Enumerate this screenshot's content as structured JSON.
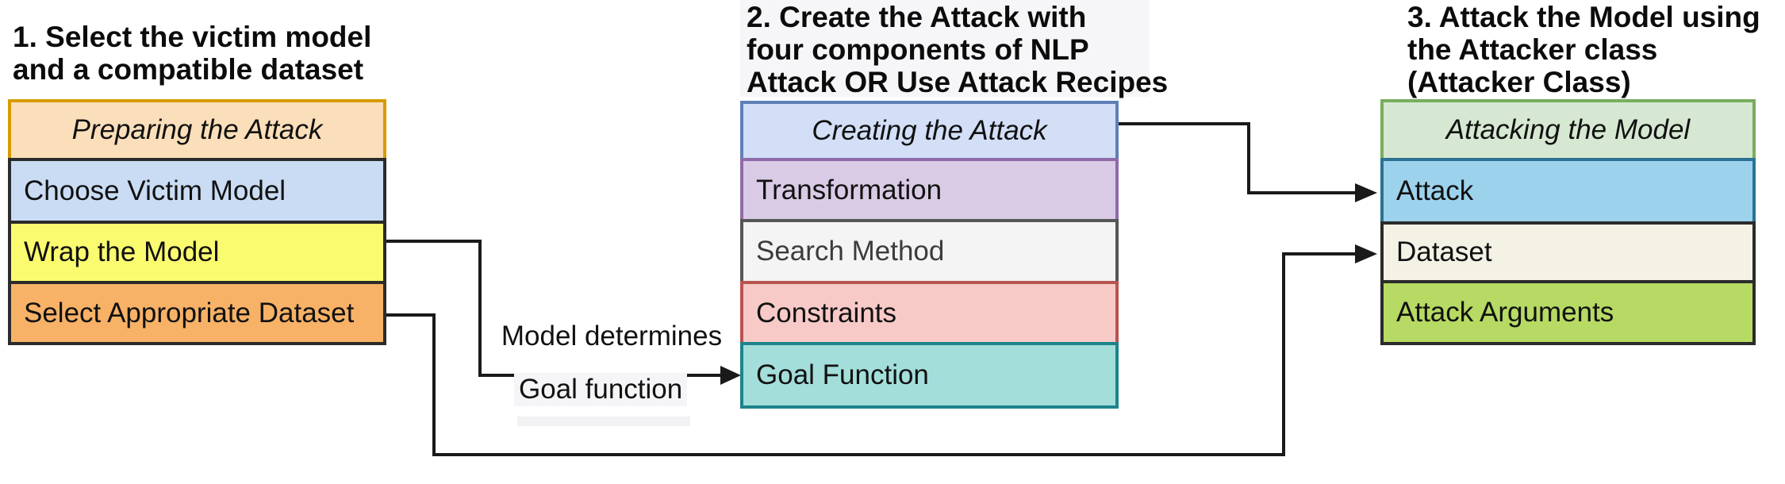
{
  "page": {
    "background": "#ffffff",
    "line_color": "#1a1a1a"
  },
  "columns": [
    {
      "id": "prepare",
      "title_lines": [
        "1. Select the victim model",
        "and a compatible dataset"
      ],
      "header": {
        "label": "Preparing the Attack",
        "fill": "#fbdfba",
        "border": "#d79b00"
      },
      "rows": [
        {
          "label": "Choose Victim Model",
          "fill": "#c9dcf4",
          "border": "#2b2b2b"
        },
        {
          "label": "Wrap the Model",
          "fill": "#fbfb6f",
          "border": "#2b2b2b"
        },
        {
          "label": "Select Appropriate Dataset",
          "fill": "#f7b267",
          "border": "#2b2b2b"
        }
      ]
    },
    {
      "id": "create",
      "title_lines": [
        "2. Create the Attack with",
        "four components of NLP",
        "Attack OR Use Attack Recipes"
      ],
      "header": {
        "label": "Creating the Attack",
        "fill": "#d2dff7",
        "border": "#5d80b6"
      },
      "rows": [
        {
          "label": "Transformation",
          "fill": "#d9cbe5",
          "border": "#8e6ba8"
        },
        {
          "label": "Search Method",
          "fill": "#f4f4f4",
          "border": "#565656",
          "text_color": "#3c3c3c"
        },
        {
          "label": "Constraints",
          "fill": "#f7cac7",
          "border": "#b85450"
        },
        {
          "label": "Goal Function",
          "fill": "#a3dedb",
          "border": "#1d838b"
        }
      ]
    },
    {
      "id": "attack",
      "title_lines": [
        "3. Attack the Model using",
        "the Attacker class",
        "(Attacker Class)"
      ],
      "header": {
        "label": "Attacking the Model",
        "fill": "#d6e8d1",
        "border": "#79ad5e"
      },
      "rows": [
        {
          "label": "Attack",
          "fill": "#9dd2ec",
          "border": "#2b7294"
        },
        {
          "label": "Dataset",
          "fill": "#f4f2e5",
          "border": "#2b2b2b"
        },
        {
          "label": "Attack Arguments",
          "fill": "#b6da63",
          "border": "#2b2b2b"
        }
      ]
    }
  ],
  "arrows": {
    "color": "#1a1a1a",
    "connections": [
      {
        "from": "Wrap the Model",
        "to": "Goal Function",
        "label_line1": "Model determines",
        "label_line2": "Goal function"
      },
      {
        "from": "Select Appropriate Dataset",
        "to": "Dataset"
      },
      {
        "from": "Creating the Attack",
        "to": "Attack"
      }
    ]
  }
}
